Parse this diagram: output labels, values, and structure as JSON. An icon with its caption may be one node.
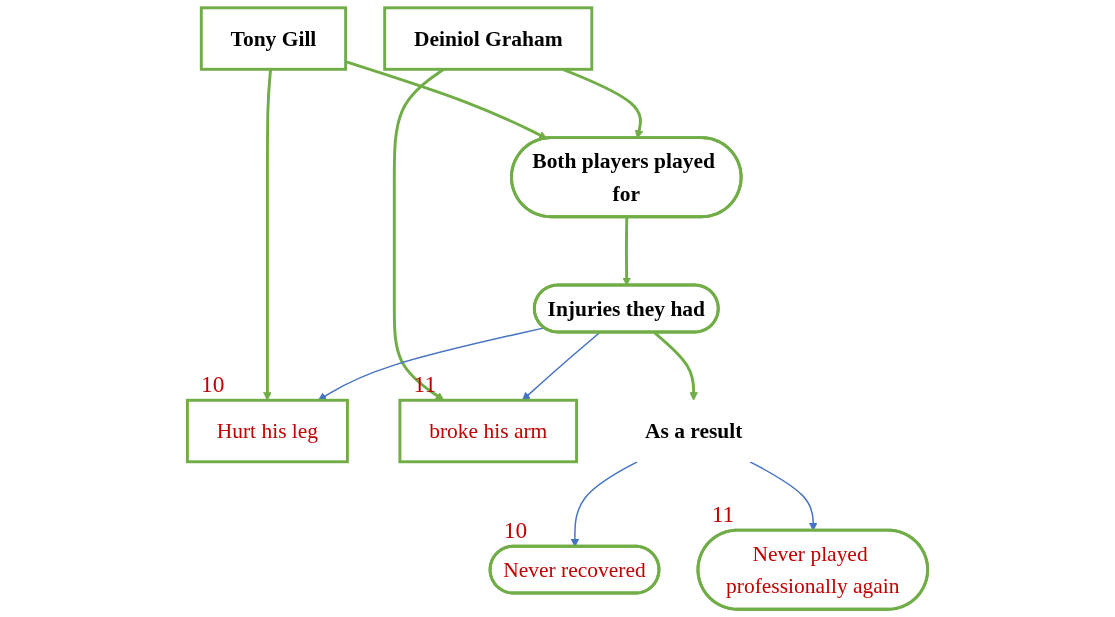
{
  "diagram": {
    "nodes": [
      {
        "text": [
          "Tony Gill"
        ]
      },
      {
        "text": [
          "Both players played for"
        ]
      },
      {
        "text": [
          "Deiniol Graham"
        ]
      },
      {
        "text": [
          "Injuries they had"
        ]
      },
      {
        "text": [
          "Hurt his leg"
        ],
        "beside": [
          "10"
        ]
      },
      {
        "text": [
          "broke his arm"
        ],
        "beside": [
          "11"
        ]
      },
      {
        "text": [
          "As a result"
        ]
      },
      {
        "text": [
          "Never recovered"
        ],
        "beside": [
          "10"
        ]
      },
      {
        "text": [
          "Never played professionally again"
        ],
        "beside": [
          "11"
        ]
      }
    ],
    "edges": [
      {
        "from": 0,
        "to": 1,
        "arrow": "to"
      },
      {
        "from": 2,
        "to": 1,
        "arrow": "to"
      },
      {
        "from": 0,
        "to": 4,
        "arrow": "to"
      },
      {
        "from": 1,
        "to": 3,
        "arrow": "to"
      },
      {
        "from": 2,
        "to": 5,
        "arrow": "to"
      },
      {
        "from": 3,
        "to": 4,
        "arrow": "to",
        "color": "#4472c4"
      },
      {
        "from": 3,
        "to": 5,
        "arrow": "to",
        "color": "#4472c4"
      },
      {
        "from": 3,
        "to": 6,
        "arrow": "to"
      },
      {
        "from": 6,
        "to": 7,
        "arrow": "to",
        "color": "#4472c4"
      },
      {
        "from": 6,
        "to": 8,
        "arrow": "to",
        "color": "#4472c4"
      }
    ]
  }
}
